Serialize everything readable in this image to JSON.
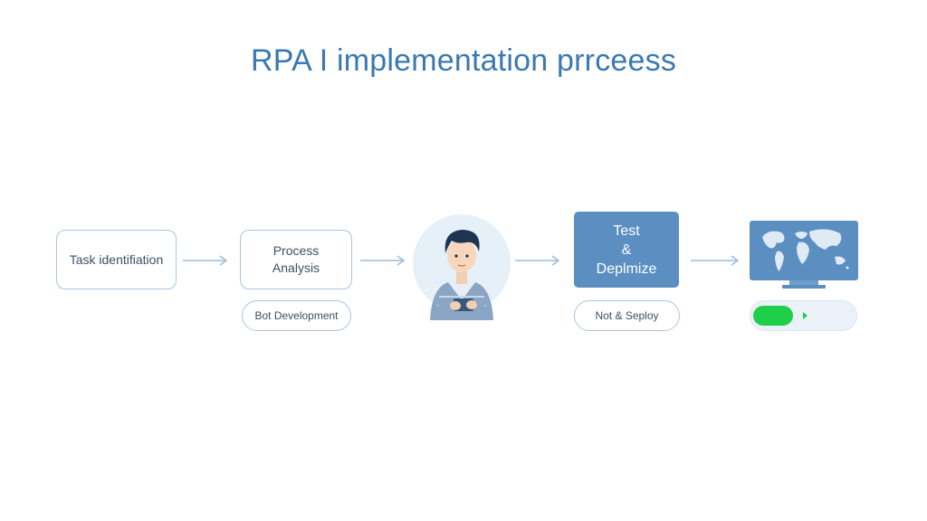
{
  "title": "RPA I implementation prrceess",
  "steps": {
    "task": {
      "label": "Task identifiation"
    },
    "process": {
      "line1": "Process",
      "line2": "Analysis"
    },
    "bot": {
      "label": "Bot Development"
    },
    "test": {
      "line1": "Test",
      "line2": "&",
      "line3": "Deplmize"
    },
    "deploy": {
      "label": "Not & Seploy"
    }
  },
  "icons": {
    "person": "developer-person-icon",
    "monitor": "world-map-monitor-icon",
    "toggle": "toggle-switch-icon",
    "arrow": "arrow-right-icon"
  },
  "colors": {
    "title": "#3b79b0",
    "box_border": "#a9c5e2",
    "test_box": "#5b8fc2",
    "toggle_on": "#1fcf4a",
    "arrow": "#9bbcdc"
  }
}
